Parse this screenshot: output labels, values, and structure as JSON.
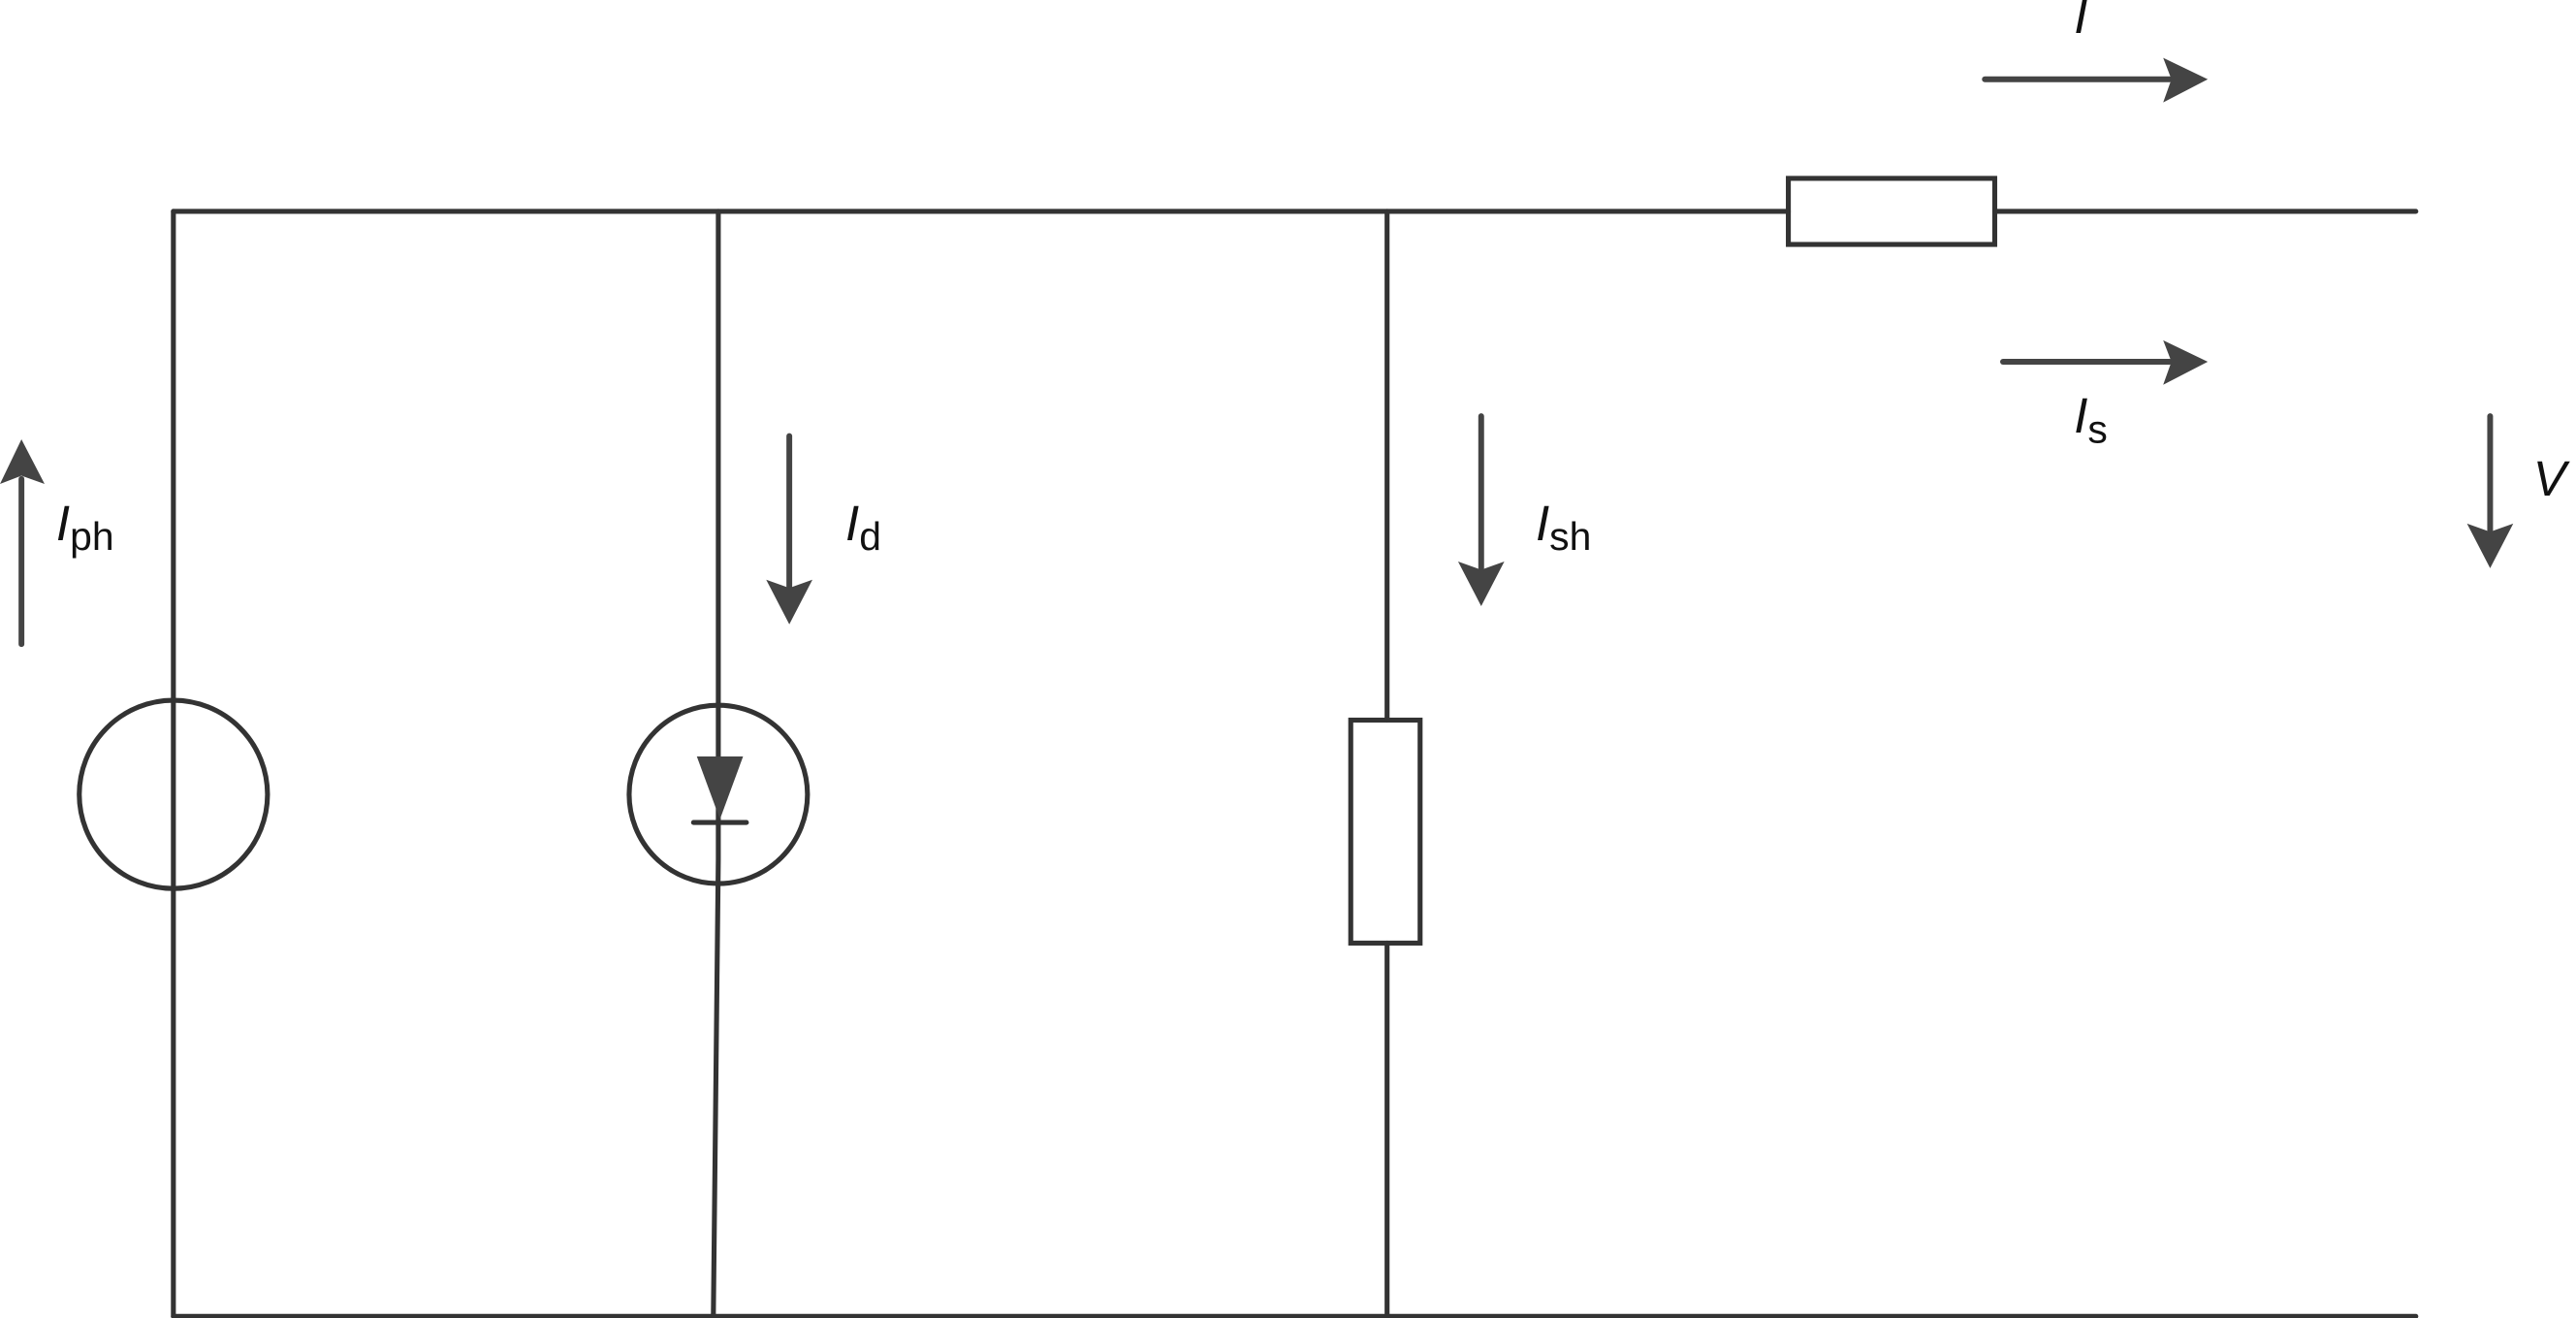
{
  "diagram": {
    "type": "equivalent circuit (single diode model)",
    "labels": {
      "I": {
        "main": "I",
        "sub": ""
      },
      "Iph": {
        "main": "I",
        "sub": "ph"
      },
      "Id": {
        "main": "I",
        "sub": "d"
      },
      "Ish": {
        "main": "I",
        "sub": "sh"
      },
      "Is": {
        "main": "I",
        "sub": "s"
      },
      "V": {
        "main": "V",
        "sub": ""
      }
    },
    "colors": {
      "wire": "#333333",
      "arrow": "#444444",
      "text": "#111111"
    }
  }
}
